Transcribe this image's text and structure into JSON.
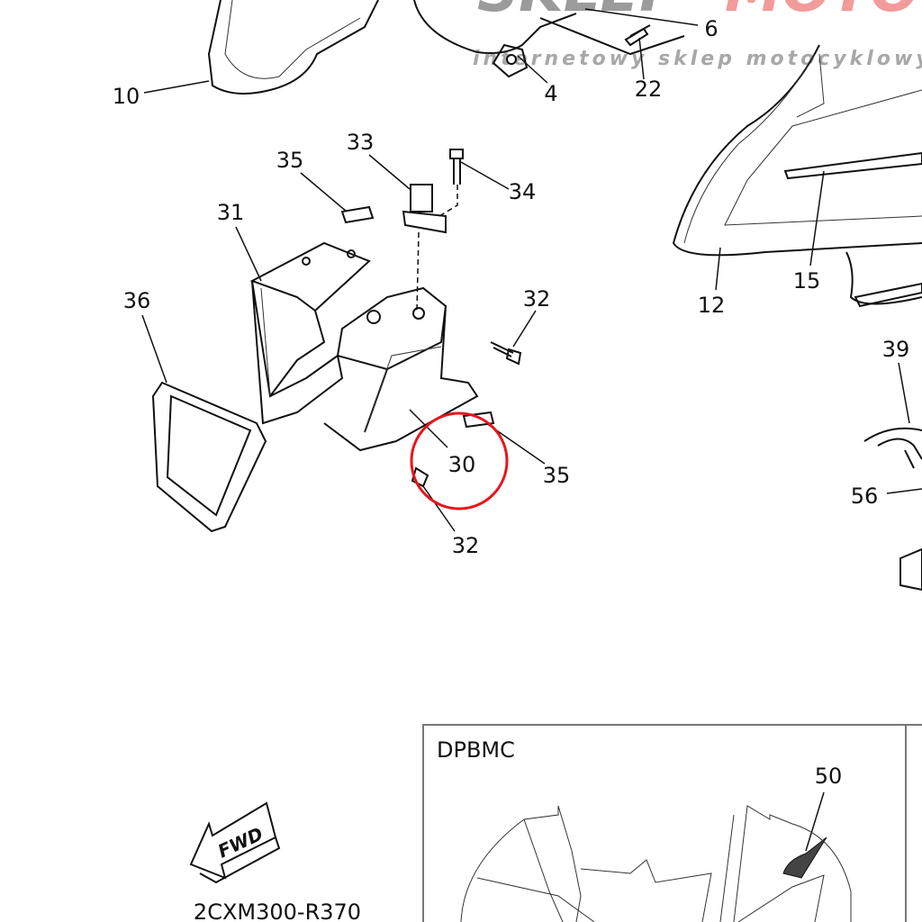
{
  "watermark": {
    "brand_left": "SKLEP",
    "brand_right": "MOTO",
    "tagline": "internetowy sklep motocyklowy",
    "brand_left_color": "#8a8a8a",
    "brand_right_color": "#f08a8a"
  },
  "callouts": {
    "c10": "10",
    "c4": "4",
    "c22": "22",
    "c6": "6",
    "c33": "33",
    "c35a": "35",
    "c34": "34",
    "c31": "31",
    "c36": "36",
    "c32a": "32",
    "c15": "15",
    "c12": "12",
    "c39": "39",
    "c30": "30",
    "c35b": "35",
    "c56": "56",
    "c32b": "32",
    "c50": "50"
  },
  "highlight": {
    "part": "30",
    "color": "#e8141b"
  },
  "inset": {
    "title": "DPBMC"
  },
  "fwd_label": "FWD",
  "diagram_code": "2CXM300-R370"
}
